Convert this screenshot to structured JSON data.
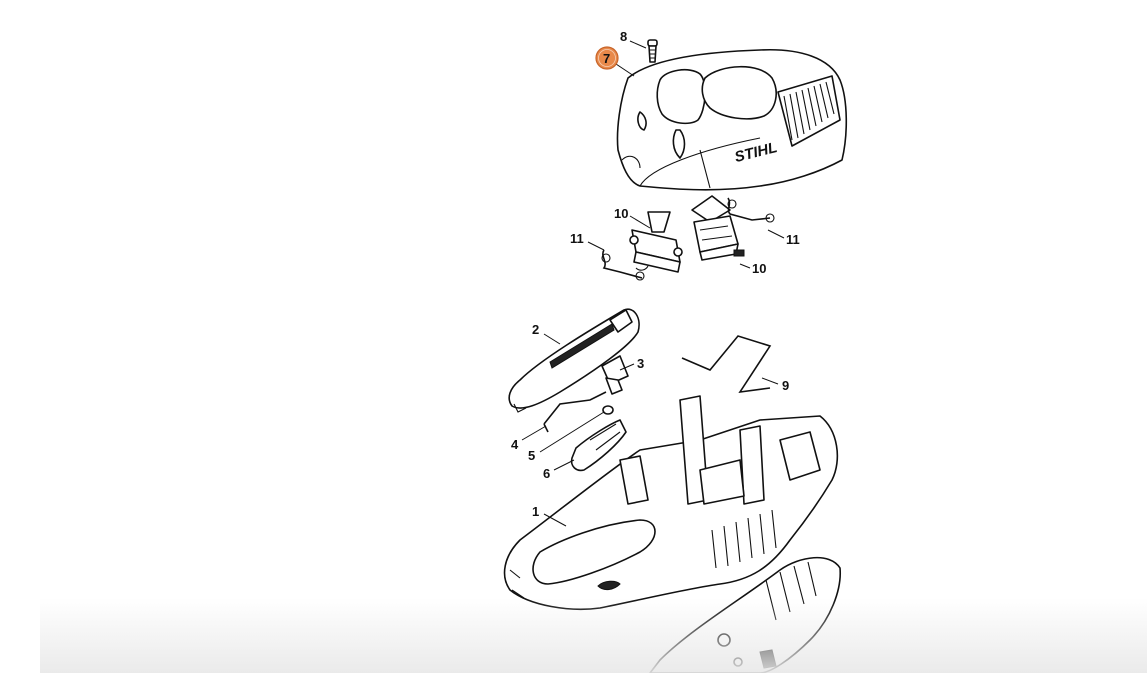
{
  "diagram": {
    "brand_logo": "STIHL",
    "highlight_color": "#e8894a",
    "selected_callout": "7",
    "callouts": [
      {
        "id": "c8",
        "label": "8"
      },
      {
        "id": "c7",
        "label": "7"
      },
      {
        "id": "c10a",
        "label": "10"
      },
      {
        "id": "c10b",
        "label": "10"
      },
      {
        "id": "c11a",
        "label": "11"
      },
      {
        "id": "c11b",
        "label": "11"
      },
      {
        "id": "c2",
        "label": "2"
      },
      {
        "id": "c3",
        "label": "3"
      },
      {
        "id": "c9",
        "label": "9"
      },
      {
        "id": "c4",
        "label": "4"
      },
      {
        "id": "c5",
        "label": "5"
      },
      {
        "id": "c6",
        "label": "6"
      },
      {
        "id": "c1",
        "label": "1"
      }
    ]
  }
}
